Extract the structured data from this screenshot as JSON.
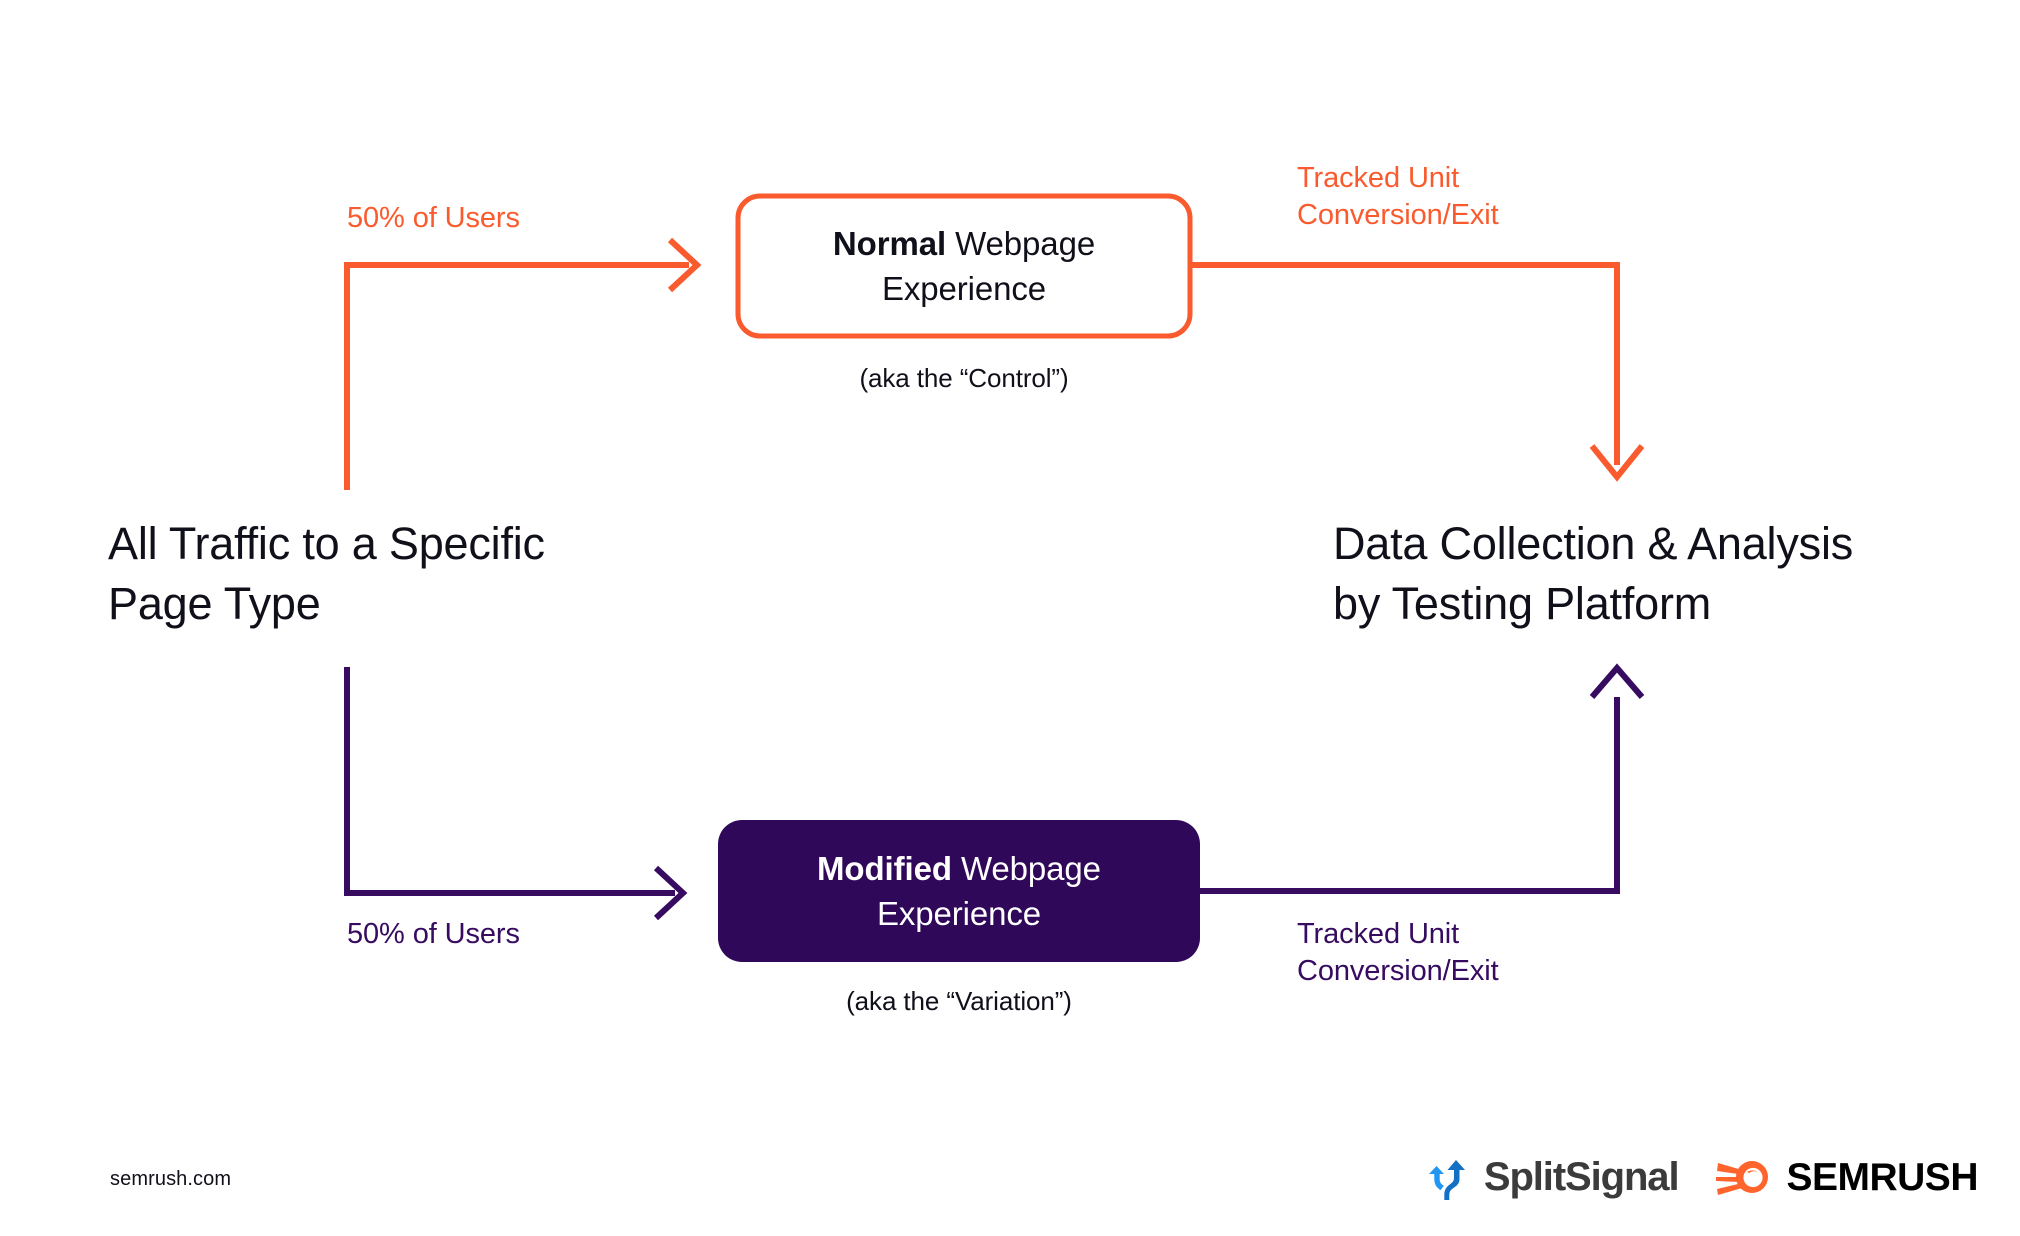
{
  "diagram": {
    "title_source": "A/B split testing flow",
    "colors": {
      "orange": "#fa5b2e",
      "purple": "#360b60",
      "purple_fill": "#30085a",
      "text": "#10101a",
      "splitsignal_blue_light": "#2196f3",
      "splitsignal_blue_dark": "#1271c4",
      "semrush_orange": "#ff642d"
    },
    "source_node": {
      "line1": "All Traffic to a Specific",
      "line2": "Page Type",
      "text": "All Traffic to a Specific\nPage Type"
    },
    "result_node": {
      "line1": "Data Collection & Analysis",
      "line2": "by Testing Platform",
      "text": "Data Collection & Analysis\nby Testing Platform"
    },
    "branches": [
      {
        "id": "control",
        "split_label": "50% of Users",
        "box_bold": "Normal",
        "box_rest": " Webpage",
        "box_line2": "Experience",
        "aka": "(aka the “Control”)",
        "outcome_label": "Tracked Unit\nConversion/Exit",
        "color": "#fa5b2e",
        "style": "outline"
      },
      {
        "id": "variation",
        "split_label": "50% of Users",
        "box_bold": "Modified",
        "box_rest": " Webpage",
        "box_line2": "Experience",
        "aka": "(aka the “Variation”)",
        "outcome_label": "Tracked Unit\nConversion/Exit",
        "color": "#360b60",
        "style": "filled"
      }
    ]
  },
  "footer": {
    "site_url": "semrush.com",
    "logos": [
      {
        "name": "splitsignal-logo",
        "wordmark": "SplitSignal",
        "icon": "split-arrows-icon"
      },
      {
        "name": "semrush-logo",
        "wordmark": "SEMRUSH",
        "icon": "semrush-comet-icon"
      }
    ]
  }
}
